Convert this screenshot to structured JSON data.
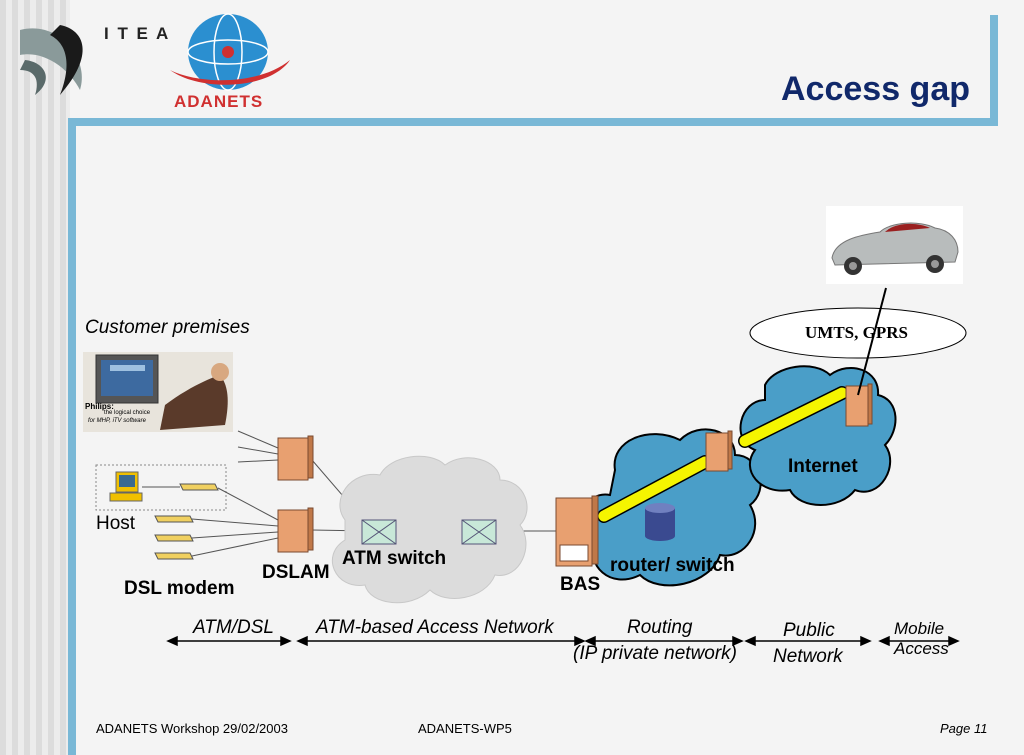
{
  "slide": {
    "title": "Access gap",
    "logo_left": "I T E A",
    "logo_right": "ADANETS",
    "footer_left": "ADANETS Workshop   29/02/2003",
    "footer_center": "ADANETS-WP5",
    "footer_right": "Page 11"
  },
  "diagram": {
    "customer_premises": "Customer premises",
    "tv_caption_brand": "Philips:",
    "tv_caption_line1": "the logical choice",
    "tv_caption_line2": "for MHP, iTV software",
    "host": "Host",
    "dsl_modem": "DSL modem",
    "dslam": "DSLAM",
    "atm_switch": "ATM switch",
    "bas": "BAS",
    "router_switch": "router/ switch",
    "internet": "Internet",
    "umts_gprs": "UMTS, GPRS"
  },
  "segments": {
    "atm_dsl": "ATM/DSL",
    "atm_based": "ATM-based Access Network",
    "routing_1": "Routing",
    "routing_2": "(IP private network)",
    "public_1": "Public",
    "public_2": "Network",
    "mobile_1": "Mobile",
    "mobile_2": "Access"
  },
  "colors": {
    "accent_bar": "#79b8d6",
    "title": "#10286a",
    "cloud_blue": "#4a9ec8",
    "tube_yellow": "#f5f500",
    "device_orange": "#e8a070"
  }
}
